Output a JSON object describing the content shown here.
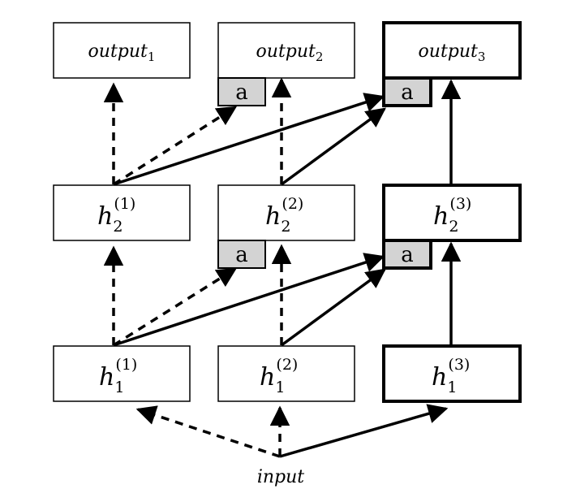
{
  "diagram": {
    "outputs": [
      {
        "base": "output",
        "sub": "1"
      },
      {
        "base": "output",
        "sub": "2"
      },
      {
        "base": "output",
        "sub": "3"
      }
    ],
    "h2": [
      {
        "base": "h",
        "sub": "2",
        "sup": "(1)"
      },
      {
        "base": "h",
        "sub": "2",
        "sup": "(2)"
      },
      {
        "base": "h",
        "sub": "2",
        "sup": "(3)"
      }
    ],
    "h1": [
      {
        "base": "h",
        "sub": "1",
        "sup": "(1)"
      },
      {
        "base": "h",
        "sub": "1",
        "sup": "(2)"
      },
      {
        "base": "h",
        "sub": "1",
        "sup": "(3)"
      }
    ],
    "adapter_label": "a",
    "input_label": "input",
    "colors": {
      "stroke": "#000000",
      "adapter_fill": "#d3d3d3",
      "box_fill": "#ffffff"
    }
  }
}
